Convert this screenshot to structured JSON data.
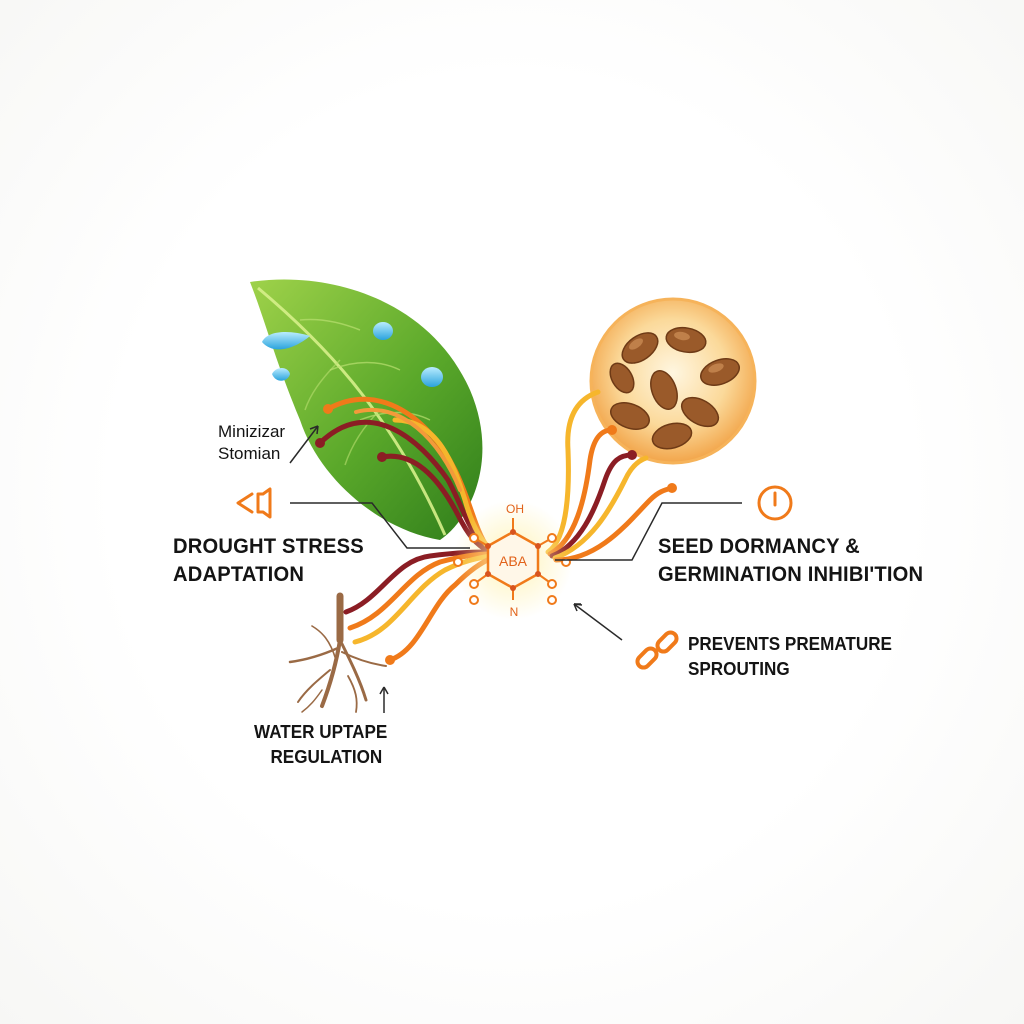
{
  "labels": {
    "stomata": [
      "Minizizar",
      "Stomian"
    ],
    "drought": [
      "DROUGHT STRESS",
      "ADAPTATION"
    ],
    "water": [
      "WATER UPTAPE",
      "REGULATION"
    ],
    "seed": [
      "SEED DORMANCY &",
      "GERMINATION INHIBI'TION"
    ],
    "sprouting": [
      "PREVENTS PREMATURE",
      "SPROUTING"
    ]
  },
  "molecule": {
    "center": "ABA",
    "top": "OH",
    "bottom": "N"
  },
  "icons": {
    "drought": "speaker-chevron-icon",
    "seed": "clock-icon",
    "sprouting": "chain-link-icon"
  },
  "colors": {
    "leaf": "#5aa82a",
    "leaf_light": "#9fd24a",
    "orange": "#f07a1a",
    "dark_red": "#8b1d24",
    "yellow": "#f6b62c",
    "seed_bg": "#f9c877",
    "seed": "#9a5a2a",
    "water_drop": "#45b6e8",
    "root": "#9a6a45"
  }
}
